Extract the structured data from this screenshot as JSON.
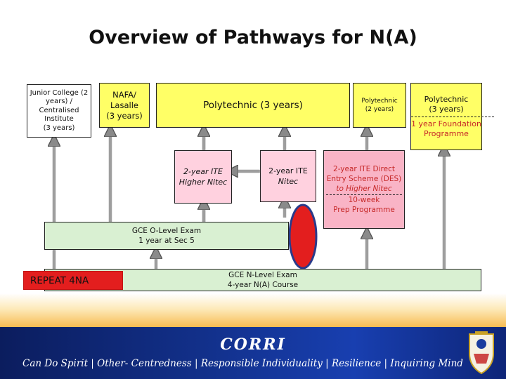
{
  "title": "Overview of Pathways for N(A)",
  "boxes": {
    "junior_college": [
      "Junior College (2",
      "years) /",
      "Centralised",
      "Institute",
      "(3 years)"
    ],
    "nafa": [
      "NAFA/",
      "Lasalle",
      "(3 years)"
    ],
    "poly_3": "Polytechnic (3 years)",
    "poly_2": [
      "Polytechnic",
      "(2 years)"
    ],
    "poly_foundation_top": [
      "Polytechnic",
      "(3 years)"
    ],
    "poly_foundation_bottom": [
      "1 year Foundation",
      "Programme"
    ],
    "ite_higher": [
      "2-year ITE",
      "Higher Nitec"
    ],
    "ite_nitec": [
      "2-year ITE",
      "Nitec"
    ],
    "ite_des": [
      "2-year ITE Direct",
      "Entry Scheme (DES)",
      "to Higher Nitec"
    ],
    "ite_des_prep": [
      "10-week",
      "Prep Programme"
    ],
    "olevel": [
      "GCE O-Level Exam",
      "1 year at Sec 5"
    ],
    "nlevel": [
      "GCE N-Level Exam",
      "4-year N(A) Course"
    ],
    "repeat": "REPEAT  4NA"
  },
  "footer": {
    "brand": "CORRI",
    "motto": "Can Do Spirit | Other- Centredness | Responsible Individuality | Resilience | Inquiring Mind"
  },
  "colors": {
    "yellow": "#ffff66",
    "pink": "#ffd1df",
    "salmon": "#f9b4c6",
    "green": "#d9f0d2",
    "red": "#e31e1e",
    "arrow_grey": "#9e9e9e",
    "footer_blue": "#12308a"
  },
  "icons": [
    "crest-icon"
  ]
}
